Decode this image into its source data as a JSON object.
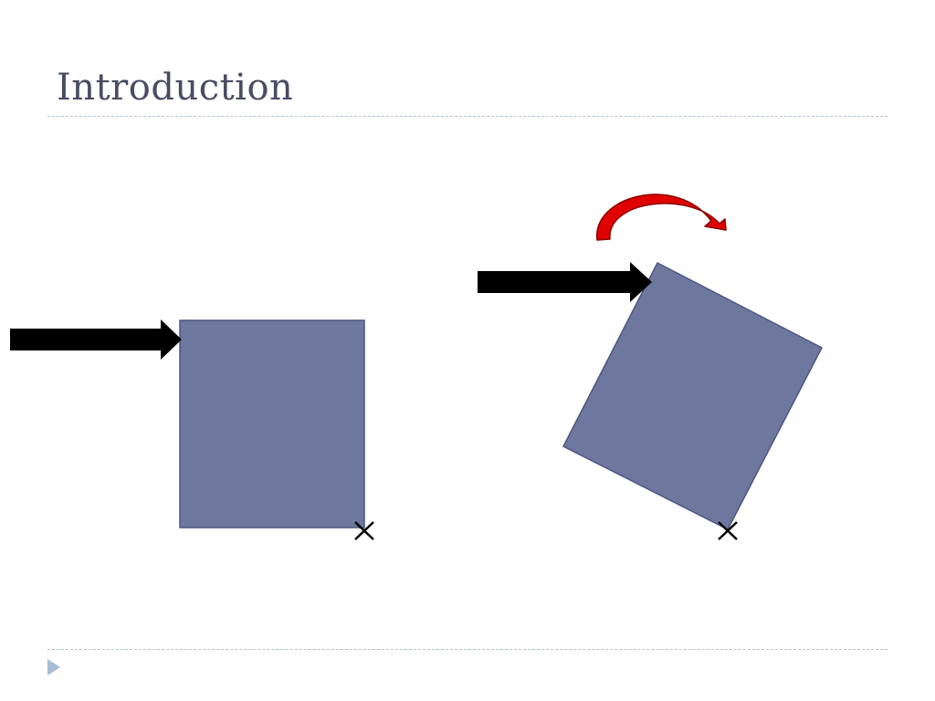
{
  "slide": {
    "title": "Introduction"
  },
  "colors": {
    "title_text": "#4a4c63",
    "box_fill": "#6e789e",
    "box_stroke": "#4c5680",
    "push_arrow": "#000000",
    "rotation_arrow": "#e00000",
    "rotation_arrow_edge": "#8a0000",
    "pivot_marker": "#000000",
    "divider": "#b4c2d0",
    "footer_bullet": "#a7bdd6"
  },
  "icons": {
    "push_arrow": "right-arrow",
    "rotation_arrow": "curved-clockwise-arrow",
    "pivot_marker": "x-mark",
    "footer_bullet": "triangle-right"
  }
}
